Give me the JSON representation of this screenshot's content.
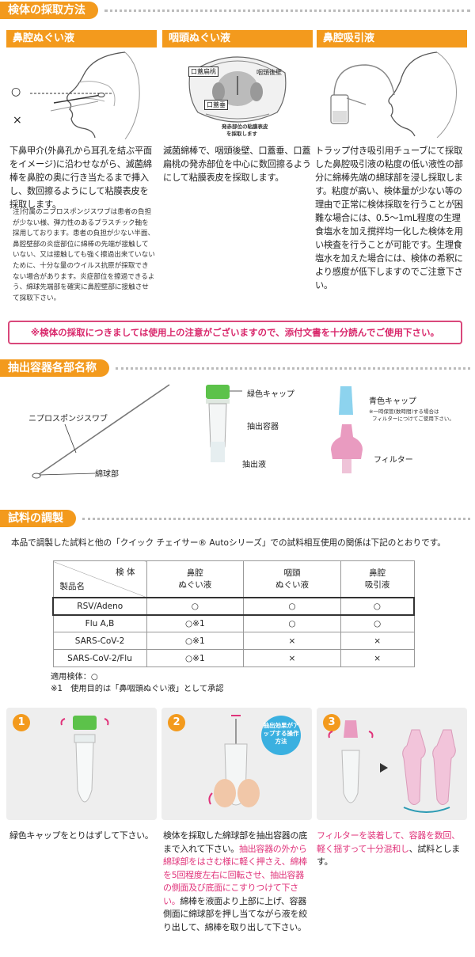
{
  "sections": {
    "collection": "検体の採取方法",
    "parts": "抽出容器各部名称",
    "prep": "試料の調製"
  },
  "columns": [
    {
      "title": "鼻腔ぬぐい液",
      "text": "下鼻甲介(外鼻孔から耳孔を結ぶ平面をイメージ)に沿わせながら、滅菌綿棒を鼻腔の奥に行き当たるまで挿入し、数回擦るようにして粘膜表皮を採取します。",
      "note": "注)付属のニプロスポンジスワブは患者の負担が少ない様、弾力性のあるプラスチック軸を採用しております。患者の負担が少ない半面、鼻腔壁部の炎症部位に綿棒の先端が接触していない、又は接触しても強く擦過出来ていないために、十分な量のウイルス抗原が採取できない場合があります。炎症部位を擦過できるよう、綿球先端部を確実に鼻腔壁部に接触させて採取下さい。",
      "marks": [
        "○",
        "×"
      ]
    },
    {
      "title": "咽頭ぬぐい液",
      "text": "滅菌綿棒で、咽頭後壁、口蓋垂、口蓋扁桃の発赤部位を中心に数回擦るようにして粘膜表皮を採取します。",
      "labels": [
        "口蓋扁桃",
        "咽頭後壁",
        "口蓋垂",
        "発赤部位の粘膜表皮",
        "を採取します"
      ]
    },
    {
      "title": "鼻腔吸引液",
      "text": "トラップ付き吸引用チューブにて採取した鼻腔吸引液の粘度の低い液性の部分に綿棒先端の綿球部を浸し採取します。粘度が高い、検体量が少ない等の理由で正常に検体採取を行うことが困難な場合には、0.5～1mL程度の生理食塩水を加え撹拌均一化した検体を用い検査を行うことが可能です。生理食塩水を加えた場合には、検体の希釈により感度が低下しますのでご注意下さい。"
    }
  ],
  "warning": "※検体の採取につきましては使用上の注意がございますので、添付文書を十分読んでご使用下さい。",
  "parts": {
    "swab": "ニプロスポンジスワブ",
    "cotton": "綿球部",
    "green_cap": "緑色キャップ",
    "container": "抽出容器",
    "liquid": "抽出液",
    "blue_cap": "青色キャップ",
    "blue_note_1": "※一時保管(数時間)する場合は",
    "blue_note_2": "フィルターにつけてご使用下さい。",
    "filter": "フィルター"
  },
  "intro": "本品で調製した試料と他の「クイック チェイサー® Autoシリーズ」での試料相互使用の関係は下記のとおりです。",
  "table": {
    "corner_top": "検 体",
    "corner_bottom": "製品名",
    "headers": [
      "鼻腔\nぬぐい液",
      "咽頭\nぬぐい液",
      "鼻腔\n吸引液"
    ],
    "rows": [
      {
        "name": "RSV/Adeno",
        "cells": [
          "○",
          "○",
          "○"
        ]
      },
      {
        "name": "Flu A,B",
        "cells": [
          "○※1",
          "○",
          "○"
        ]
      },
      {
        "name": "SARS-CoV-2",
        "cells": [
          "○※1",
          "×",
          "×"
        ]
      },
      {
        "name": "SARS-CoV-2/Flu",
        "cells": [
          "○※1",
          "×",
          "×"
        ]
      }
    ]
  },
  "applicable": "適用検体：○",
  "footnote": "※1　使用目的は「鼻咽頭ぬぐい液」として承認",
  "steps": [
    {
      "num": "1",
      "text": "緑色キャップをとりはずして下さい。"
    },
    {
      "num": "2",
      "text_a": "検体を採取した綿球部を抽出容器の底まで入れて下さい。",
      "text_b": "抽出容器の外から綿球部をはさむ様に軽く押さえ、綿棒を5回程度左右に回転させ、抽出容器の側面及び底面にこすりつけて下さい。",
      "text_c": "綿棒を液面より上部に上げ、容器側面に綿球部を押し当てながら液を絞り出して、綿棒を取り出して下さい。",
      "bubble": "抽出効果がアップする操作方法"
    },
    {
      "num": "3",
      "text_pink": "フィルターを装着して、容器を数回、軽く揺すって十分混和し",
      "text_end": "、試料とします。"
    }
  ],
  "colors": {
    "orange": "#f39a1d",
    "pink": "#e0337a",
    "green": "#5cc24a",
    "blue": "#8dd3ee"
  }
}
